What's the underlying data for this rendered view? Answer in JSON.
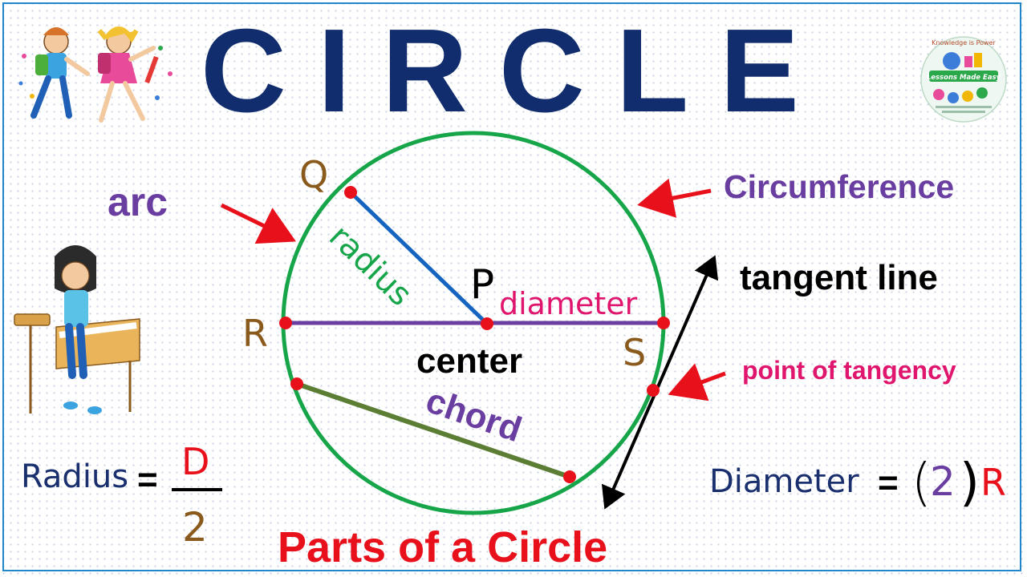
{
  "title": "CIRCLE",
  "subtitle": "Parts of a Circle",
  "labels": {
    "arc": "arc",
    "circumference": "Circumference",
    "radius": "radius",
    "diameter": "diameter",
    "center": "center",
    "chord": "chord",
    "tangent_line": "tangent line",
    "point_of_tangency": "point of tangency"
  },
  "points": {
    "q": "Q",
    "p": "P",
    "r": "R",
    "s": "S"
  },
  "formulas": {
    "radius": {
      "lhs": "Radius",
      "equals": "=",
      "numerator": "D",
      "denominator": "2"
    },
    "diameter": {
      "lhs": "Diameter",
      "equals": "=",
      "open": "(",
      "factor": "2",
      "close": ")",
      "var": "R"
    }
  },
  "logo": {
    "top_text": "Knowledge is Power",
    "banner": "Lessons Made Easy"
  },
  "colors": {
    "title": "#112d6e",
    "circle": "#17a54a",
    "radius_line": "#1565c0",
    "diameter_line": "#6a3ea1",
    "chord_line": "#5b7d34",
    "point": "#e8101a",
    "arrow": "#e8101a",
    "purple_text": "#6a3ea1",
    "pink_text": "#e0156d",
    "brown_text": "#8a5a1c",
    "navy_text": "#1a2f6e"
  }
}
